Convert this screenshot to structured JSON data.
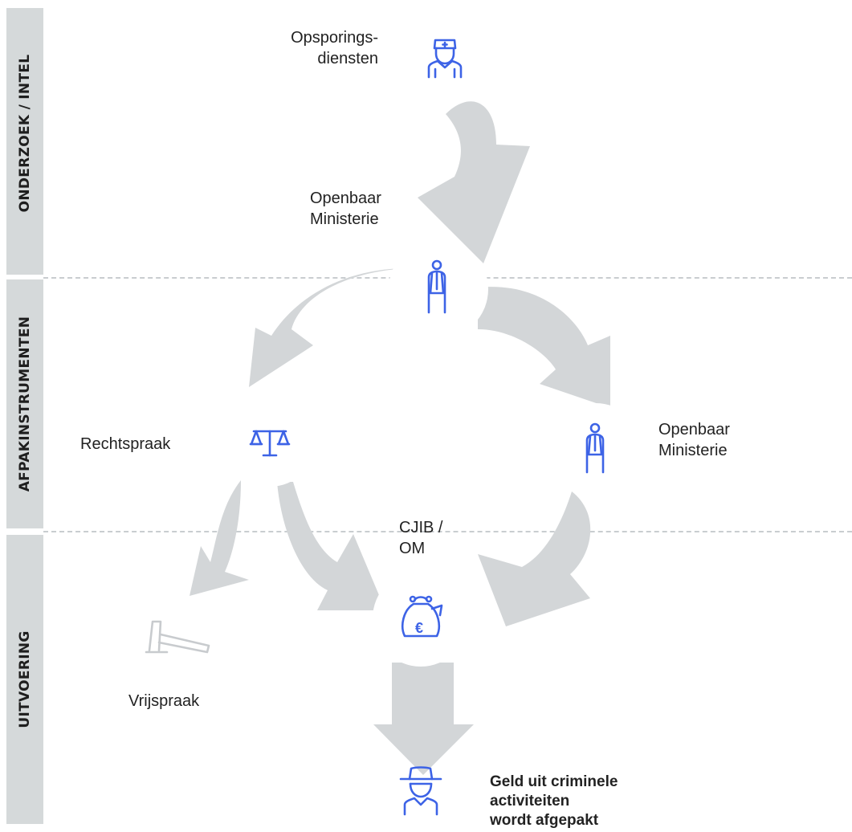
{
  "bands": {
    "top": "ONDERZOEK / INTEL",
    "middle": "AFPAKINSTRUMENTEN",
    "bottom": "UITVOERING"
  },
  "nodes": {
    "opsporing": "Opsporings-\ndiensten",
    "om_top": "Openbaar\nMinisterie",
    "rechtspraak": "Rechtspraak",
    "om_right": "Openbaar\nMinisterie",
    "cjib": "CJIB /\nOM",
    "vrijspraak": "Vrijspraak",
    "result": "Geld uit criminele\nactiviteiten\nwordt afgepakt"
  },
  "icons": {
    "opsporing": "police-officer-icon",
    "om_top": "prosecutor-icon",
    "rechtspraak": "scales-of-justice-icon",
    "om_right": "prosecutor-icon",
    "cjib": "money-bag-euro-icon",
    "vrijspraak": "gavel-icon",
    "result": "criminal-icon"
  },
  "colors": {
    "accent": "#3d63e6",
    "arrow": "#d3d6d8",
    "band": "#d5d9da",
    "muted_icon": "#c8cbce"
  }
}
